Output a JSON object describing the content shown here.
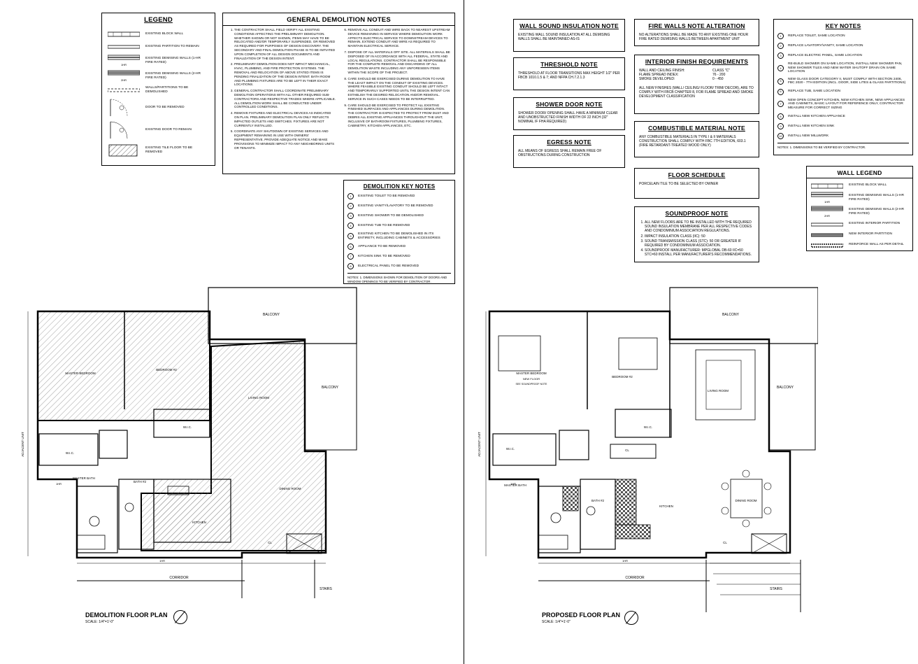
{
  "legend": {
    "title": "LEGEND",
    "items": [
      {
        "label": "EXISTING BLOCK WALL"
      },
      {
        "label": "EXISTING PARTITION TO REMAIN"
      },
      {
        "label": "EXISTING DEMISING WALLS (1-HR FIRE RATED)",
        "tag": "1HR"
      },
      {
        "label": "EXISTING DEMISING WALLS (2-HR FIRE RATED)",
        "tag": "2HR"
      },
      {
        "label": "WALLS/PARTITIONS TO BE DEMOLISHED"
      },
      {
        "label": "DOOR TO BE REMOVED"
      },
      {
        "label": "EXISTING DOOR TO REMAIN"
      },
      {
        "label": "EXISTING TILE FLOOR TO BE REMOVED"
      }
    ]
  },
  "general_demo": {
    "title": "GENERAL DEMOLITION NOTES",
    "left": [
      "THE CONTRACTOR SHALL FIELD VERIFY ALL EXISTING CONDITIONS AFFECTING THE PRELIMINARY DEMOLITION. WHETHER SHOWN OR NOT SHOWN, ITEMS MAY HAVE TO BE RELOCATED AND/OR TEMPORARILY SUSPENDED, OR REMOVED AS REQUIRED FOR PURPOSES OF DESIGN DISCOVERY. THE SECONDARY AND FINAL DEMOLITION PHASE IS TO BE INITIATED UPON COMPLETION OF ALL DESIGN DOCUMENTS AND FINALIZATION OF THE DESIGN INTENT.",
      "PRELIMINARY DEMOLITION DOES NOT IMPACT MECHANICAL, HVAC, PLUMBING, AND FIRE PROTECTION SYSTEMS. THE REMOVAL AND RELOCATION OF ABOVE STATED ITEMS IS PENDING FINALIZATION OF THE DESIGN INTENT. BATH ROOM AND PLUMBING FIXTURES ARE TO BE LEFT IN THEIR EXACT LOCATIONS.",
      "GENERAL CONTRACTOR SHALL COORDINATE PRELIMINARY DEMOLITION OPERATIONS WITH ALL OTHER REQUIRED SUB-CONTRACTORS AND RESPECTIVE TRADES WHERE APPLICABLE. ALL DEMOLITION WORK SHALL BE CONDUCTED UNDER CONTROLLED CONDITIONS.",
      "REMOVE FIXTURES AND ELECTRICAL DEVICES AS INDICATED ON PLAN. PRELIMINARY DEMOLITION PLAN ONLY REFLECTS IMPACTED OUTLETS AND SWITCHES. FIXTURES ARE NOT CURRENTLY INSTALLED.",
      "COORDINATE ANY SHUTDOWN OF EXISTING SERVICES AND EQUIPMENT REMAINING IN USE WITH OWNERS' REPRESENTATIVE. PROVIDE ADEQUATE NOTICE AND MAKE PROVISIONS TO MINIMIZE IMPACT TO ANY NEIGHBORING UNITS OR TENANTS."
    ],
    "right": [
      "REMOVE ALL CONDUIT AND WIRE BACK TO NEAREST UPSTREAM DEVICE REMAINING IN SERVICE WHERE DEMOLITION WORK AFFECTS ELECTRICAL SERVICE TO DOWNSTREAM DEVICES TO REMAIN, EXTEND CONDUIT AND WIRE AS REQUIRED TO MAINTAIN ELECTRICAL SERVICE.",
      "DISPOSE OF ALL MATERIALS OFF SITE. ALL MATERIALS SHALL BE DISPOSED OF IN ACCORDANCE WITH ALL FEDERAL, STATE AND LOCAL REGULATIONS. CONTRACTOR SHALL BE RESPONSIBLE FOR THE COMPLETE REMOVAL AND DISCARDING OF ALL DEMOLITION WASTE INCLUDING ANY UNFORESEEN ITEMS WITHIN THE SCOPE OF THE PROJECT.",
      "CARE SHOULD BE EXERCISED DURING DEMOLITION TO HAVE THE LEAST IMPACT ON THE CONDUIT OF EXISTING DEVICES. WHERE FEASIBLE EXISTING CONDUIT SHOULD BE LEFT INTACT AND TEMPORARILY SUPPORTED UNTIL THE DESIGN INTENT CAN ESTABLISH THE DESIRED RELOCATION AND/OR REMOVAL. SERVICE IN SUCH CASES NEEDS TO BE INTERRUPTED.",
      "CARE SHOULD BE EXERCISED TO PROTECT ALL EXISTING FINISHED SURFACES AND APPLIANCES DURING DEMOLITION. THE CONTRACTOR IS EXPECTED TO PROTECT FROM DUST AND DEBRIS ALL EXISTING APPLIANCES THROUGHOUT THE UNIT, INCLUSIVE OF BATHROOM FIXTURES, PLUMBING FIXTURES, CABINETRY, KITCHEN APPLIANCES, ETC."
    ]
  },
  "demo_key": {
    "title": "DEMOLITION KEY NOTES",
    "items": [
      {
        "n": "1",
        "text": "EXISTING TOILET TO BE REMOVED"
      },
      {
        "n": "2",
        "text": "EXISTING VANITY/LAVATORY TO BE REMOVED"
      },
      {
        "n": "3",
        "text": "EXISTING SHOWER TO BE DEMOLISHED"
      },
      {
        "n": "4",
        "text": "EXISTING TUB TO BE REMOVED"
      },
      {
        "n": "5",
        "text": "EXISTING KITCHEN TO BE DEMOLISHED IN ITS ENTIRETY, INCLUDING CABINETS & ACCESSORIES"
      },
      {
        "n": "6",
        "text": "APPLIANCE TO BE REMOVED"
      },
      {
        "n": "7",
        "text": "KITCHEN SINK TO BE REMOVED"
      },
      {
        "n": "8",
        "text": "ELECTRICAL PANEL TO BE REMOVED"
      }
    ],
    "notes": "NOTES: 1. DIMENSIONS SHOWN FOR DEMOLITION OF DOORS AND WINDOW OPENINGS TO BE VERIFIED BY CONTRACTOR."
  },
  "wall_sound": {
    "title": "WALL SOUND INSULATION NOTE",
    "text": "EXISTING WALL SOUND INSULATION AT ALL DEMISING WALLS SHALL BE MAINTAINED AS-IS"
  },
  "threshold": {
    "title": "THRESHOLD NOTE",
    "text": "THRESHOLD AT FLOOR TRANSITIONS MAX HEIGHT 1/2\" PER FBCB 1010.1.5 & 7; AND NFPA CH.7.2.1.3"
  },
  "shower_door": {
    "title": "SHOWER DOOR NOTE",
    "text": "SHOWER DOOR/ OPENING SHALL HAVE A MINIMUM CLEAR AND UNOBSTRUCTED FINISH WIDTH OF 22 INCH (32\" NOMINAL IF FHA REQUIRED)"
  },
  "egress": {
    "title": "EGRESS NOTE",
    "text": "ALL MEANS OF EGRESS SHALL REMAIN FREE OF OBSTRUCTIONS DURING CONSTRUCTION"
  },
  "fire_walls": {
    "title": "FIRE WALLS NOTE ALTERATION",
    "text": "NO ALTERATIONS SHALL BE MADE TO ANY EXISTING ONE HOUR FIRE RATED DEMISING WALLS BETWEEN APARTMENT UNIT"
  },
  "interior": {
    "title": "INTERIOR FINISH REQUIREMENTS",
    "rows": [
      {
        "k": "WALL AND CEILING FINISH:",
        "v": "CLASS \"C\""
      },
      {
        "k": "FLAME SPREAD INDEX:",
        "v": "76 - 200"
      },
      {
        "k": "SMOKE DEVELOPED:",
        "v": "0 - 450"
      }
    ],
    "text": "ALL NEW FINISHES (WALL/ CEILING/ FLOOR/ TRIM/ DECOR), ARE TO COMPLY WITH FBCB CHAPTER 8, FOR FLAME SPREAD AND SMOKE DEVELOPMENT CLASSIFICATION"
  },
  "combustible": {
    "title": "COMBUSTIBLE MATERIAL NOTE",
    "text": "ANY COMBUSTIBLE MATERIALS IN TYPE I & II MATERIALS CONSTRUCTION SHALL COMPLY WITH FBC 7th EDITION, 603.1 (FIRE RETARDANT-TREATED WOOD ONLY)"
  },
  "floor_schedule": {
    "title": "FLOOR SCHEDULE",
    "text": "PORCELAIN TILE TO BE SELECTED BY OWNER"
  },
  "soundproof": {
    "title": "SOUNDPROOF NOTE",
    "items": [
      "ALL NEW FLOORS ARE TO BE INSTALLED WITH THE REQUIRED SOUND INSULATION MEMBRANE PER ALL RESPECTIVE CODES AND CONDOMINIUM ASSOCIATION REGULATIONS.",
      "IMPACT INSULATION CLASS (IIC): 50",
      "SOUND TRANSMISSION CLASS (STC): 50 OR GREATER IF REQUIRED BY CONDOMINIUM ASSOCIATION.",
      "SOUNDPROOF MANUFACTURER: MPGLOBAL DB-60 IIC=50 STC=60 INSTALL PER MANUFACTURER'S RECOMMENDATIONS."
    ]
  },
  "key_notes": {
    "title": "KEY NOTES",
    "items": [
      {
        "n": "1",
        "text": "REPLACE TOILET, SAME LOCATION"
      },
      {
        "n": "2",
        "text": "REPLACE LAVATORY/VANITY, SAME LOCATION"
      },
      {
        "n": "3",
        "text": "REPLACE ELECTRIC PANEL, SAME LOCATION"
      },
      {
        "n": "4",
        "text": "RE-BUILD SHOWER ON SAME LOCATION, INSTALL NEW SHOWER PAN, NEW SHOWER TILES AND NEW WATER SHUTOFF DRAIN ON SAME LOCATION"
      },
      {
        "n": "5",
        "text": "NEW GLASS DOOR CATEGORY II, MUST COMPLY WITH SECTION 2406, FBC 2020 - 7th EDITION (INCL. DOOR, SIDE LITES & GLASS PARTITIONS)"
      },
      {
        "n": "6",
        "text": "REPLACE TUB, SAME LOCATION"
      },
      {
        "n": "7",
        "text": "NEW OPEN CONCEPT KITCHEN, NEW KITCHEN SINK, NEW APPLIANCES AND CABINETS, BASIC LAYOUT FOR REFERENCE ONLY, CONTRACTOR MEASURE FOR CORRECT SIZING"
      },
      {
        "n": "8",
        "text": "INSTALL NEW KITCHEN APPLIANCE"
      },
      {
        "n": "9",
        "text": "INSTALL NEW KITCHEN SINK"
      },
      {
        "n": "10",
        "text": "INSTALL NEW MILLWORK"
      }
    ],
    "notes": "NOTES: 1. DIMENSIONS TO BE VERIFIED BY CONTRACTOR."
  },
  "wall_legend": {
    "title": "WALL LEGEND",
    "items": [
      {
        "label": "EXISTING BLOCK WALL"
      },
      {
        "label": "EXISTING DEMISING WALLS (1-HR FIRE RATED)",
        "tag": "1HR"
      },
      {
        "label": "EXISTING DEMISING WALLS (2-HR FIRE RATED)",
        "tag": "2HR"
      },
      {
        "label": "EXISTING INTERIOR PARTITION"
      },
      {
        "label": "NEW INTERIOR PARTITION"
      },
      {
        "label": "REINFORCE WALL AS PER DETAIL"
      }
    ]
  },
  "demo_plan": {
    "title": "DEMOLITION FLOOR PLAN",
    "scale": "SCALE: 1/4\"=1'-0\"",
    "rooms": {
      "master": "MASTER BEDROOM",
      "bed2": "BEDROOM #2",
      "living": "LIVING ROOM",
      "dining": "DINING ROOM",
      "kitchen": "KITCHEN",
      "bath": "BATH #2",
      "mbath": "MASTER BATH",
      "wic1": "W.I.C.",
      "wic2": "W.I.C.",
      "balcony_top": "BALCONY",
      "balcony_side": "BALCONY",
      "corridor": "CORRIDOR",
      "stairs": "STAIRS",
      "cl": "CL",
      "adjacent": "ADJACENT UNIT",
      "hr1": "1HR",
      "hr2": "1HR"
    }
  },
  "prop_plan": {
    "title": "PROPOSED FLOOR PLAN",
    "scale": "SCALE: 1/4\"=1'-0\"",
    "rooms": {
      "master": "MASTER BEDROOM",
      "bed2": "BEDROOM #2",
      "living": "LIVING ROOM",
      "dining": "DINING ROOM",
      "kitchen": "KITCHEN",
      "bath": "BATH #2",
      "mbath": "MASTER BATH",
      "wic1": "W.I.C.",
      "wic2": "W.I.C.",
      "balcony_top": "BALCONY",
      "balcony_side": "BALCONY",
      "corridor": "CORRIDOR",
      "stairs": "STAIRS",
      "cl": "CL",
      "cl2": "CL",
      "adjacent": "ADJACENT UNIT",
      "hr1": "1HR",
      "hr2": "1HR",
      "newfloor": "NEW FLOOR",
      "see": "SEE SOUNDPROOF NOTE"
    }
  }
}
